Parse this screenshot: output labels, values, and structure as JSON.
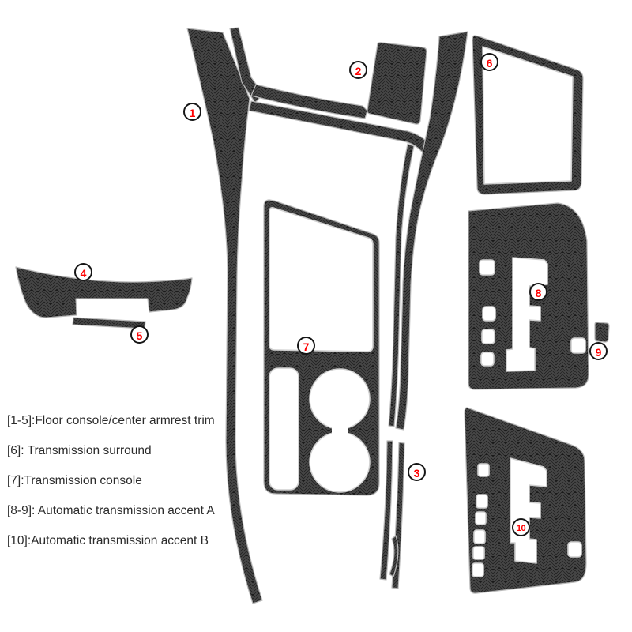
{
  "legend": {
    "items": [
      {
        "label": "[1-5]:Floor console/center armrest trim"
      },
      {
        "label": "[6]: Transmission surround"
      },
      {
        "label": "[7]:Transmission console"
      },
      {
        "label": "[8-9]: Automatic transmission accent A"
      },
      {
        "label": "[10]:Automatic transmission accent B"
      }
    ]
  },
  "badges": [
    {
      "number": "1"
    },
    {
      "number": "2"
    },
    {
      "number": "3"
    },
    {
      "number": "4"
    },
    {
      "number": "5"
    },
    {
      "number": "6"
    },
    {
      "number": "7"
    },
    {
      "number": "8"
    },
    {
      "number": "9"
    },
    {
      "number": "10"
    }
  ],
  "colors": {
    "background": "#ffffff",
    "legend_text": "#2b2b2b",
    "badge_text": "#ff0000",
    "badge_ring": "#161616",
    "badge_fill": "#ffffff",
    "piece_edge": "#b9b9b9",
    "cutout_rim": "#cfcfcf"
  }
}
